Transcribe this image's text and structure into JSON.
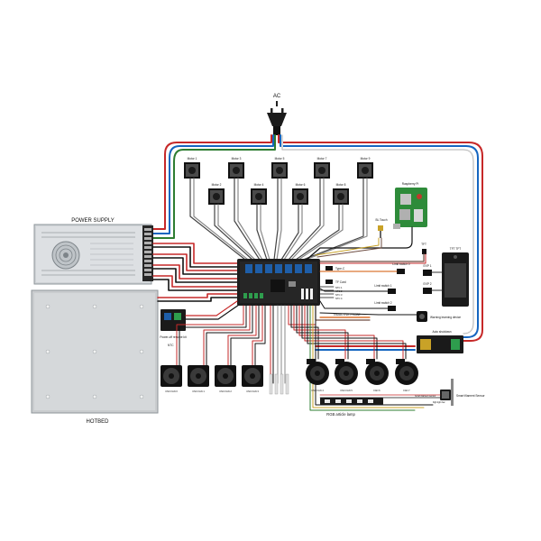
{
  "labels": {
    "ac": "AC",
    "power_supply": "POWER SUPPLY",
    "hotbed": "HOTBED",
    "motors": [
      "Motor 1",
      "Motor 2",
      "Motor 3",
      "Motor 4",
      "Motor 5",
      "Motor 6",
      "Motor 7",
      "Motor 8",
      "Motor 9"
    ],
    "raspberry_pi": "Raspberry Pi",
    "bl_touch": "BL Touch",
    "tft": "TFT TFT",
    "type_c": "Type-C",
    "tf_card": "TF Card",
    "hcl": [
      "NTC 1",
      "NTC 2",
      "NTC 3",
      "NTC 4"
    ],
    "limit_switch_0": "Limit switch 0",
    "limit_switch_1": "Limit switch 1",
    "limit_switch_2": "Limit switch 2",
    "exp1": "EXP 1",
    "exp2": "EXP 2",
    "inductive_probe": "INDUCTIVE PROBE",
    "warning_device": "Warning learning device",
    "auto_shutdown": "Auto shutdown",
    "power_off_resume": "Power-off resume kit",
    "ntc_left": "NTC",
    "fans_left": [
      "CNC FAN 0",
      "CNC FAN 1",
      "CNC FAN 2",
      "CNC FAN 3"
    ],
    "fans_right": [
      "CNC FAN 4",
      "CNC FAN 5",
      "FAN 6",
      "FAN 7"
    ],
    "rgb_lamp": "RGB article lamp",
    "filament_sensor": "Smart filament Sensor",
    "filament_label": "Smart filament sensor",
    "rgb_small": "Rgb light bar"
  }
}
